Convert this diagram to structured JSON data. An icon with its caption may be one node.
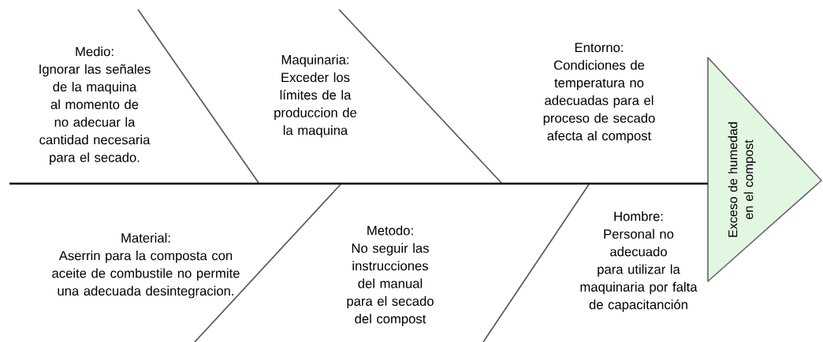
{
  "diagram": {
    "nodes": [
      {
        "text": [
          "Medio:",
          "Ignorar las señales de la maquina al momento de no adecuar la cantidad necesaria para el secado."
        ]
      },
      {
        "text": [
          "Maquinaria:",
          "Exceder los límites de la produccion de la maquina"
        ]
      },
      {
        "text": [
          "Entorno:",
          "Condiciones de temperatura no adecuadas para el proceso de secado afecta al compost"
        ]
      },
      {
        "text": [
          "Material:",
          "Aserrin para la composta con aceite de combustile no permite una adecuada desintegracion."
        ]
      },
      {
        "text": [
          "Metodo:",
          "No seguir las instrucciones del manual para el secado del compost"
        ]
      },
      {
        "text": [
          "Hombre:",
          "Personal no adecuado para utilizar la maquinaria por falta de capacitanción"
        ]
      },
      {
        "text": [
          "Exceso de humedad en el compost"
        ]
      }
    ],
    "edges": [
      {
        "from": null,
        "to": 6,
        "arrow": "none"
      }
    ]
  }
}
